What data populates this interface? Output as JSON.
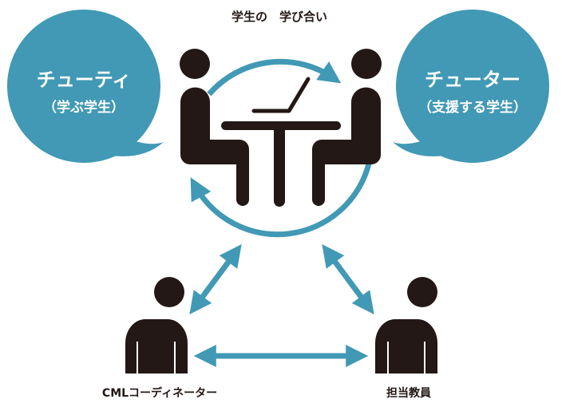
{
  "title": "学生の　学び合い",
  "tutee": {
    "name": "チューティ",
    "sub": "（学ぶ学生）"
  },
  "tutor": {
    "name": "チューター",
    "sub": "（支援する学生）"
  },
  "coordinator": "CMLコーディネーター",
  "teacher": "担当教員",
  "colors": {
    "accent": "#4199b5",
    "figure": "#231815"
  }
}
